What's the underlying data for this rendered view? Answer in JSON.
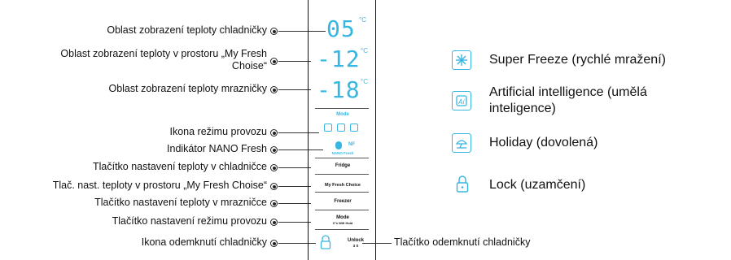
{
  "labels_left": [
    "Oblast zobrazení teploty chladničky",
    "Oblast zobrazení teploty v prostoru „My Fresh Choise“",
    "Oblast zobrazení teploty mrazničky",
    "Ikona režimu provozu",
    "Indikátor NANO Fresh",
    "Tlačítko nastavení teploty v chladničce",
    "Tlač. nast. teploty v prostoru „My Fresh Choise“",
    "Tlačítko nastavení teploty v mrazničce",
    "Tlačítko nastavení režimu provozu",
    "Ikona odemknutí chladničky"
  ],
  "label_right": "Tlačítko odemknutí chladničky",
  "panel": {
    "fridge_temp": "05",
    "mfc_temp": "-12",
    "freezer_temp": "-18",
    "unit": "°C",
    "mode": "Mode",
    "nano_main": "NF",
    "nano_sub": "NANO Fresh",
    "btn_fridge": "Fridge",
    "btn_mfc": "My Fresh Choice",
    "btn_freezer": "Freezer",
    "btn_mode": "Mode",
    "btn_mode_sub": "3\"s Wifi Hold",
    "btn_unlock": "Unlock",
    "btn_unlock_sub": "3 S"
  },
  "legend": [
    {
      "icon": "snowflake-icon",
      "text": "Super Freeze (rychlé mražení)"
    },
    {
      "icon": "ai-icon",
      "text": "Artificial intelligence (umělá inteligence)"
    },
    {
      "icon": "holiday-icon",
      "text": "Holiday (dovolená)"
    },
    {
      "icon": "lock-icon",
      "text": "Lock (uzamčení)"
    }
  ],
  "colors": {
    "accent": "#36b6e0",
    "line": "#333333"
  }
}
